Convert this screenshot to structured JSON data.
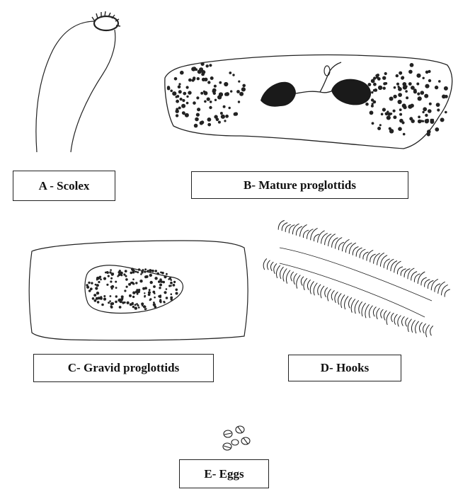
{
  "figure": {
    "labels": {
      "a": "A - Scolex",
      "b": "B- Mature proglottids",
      "c": "C- Gravid proglottids",
      "d": "D- Hooks",
      "e": "E- Eggs"
    }
  },
  "colors": {
    "ink": "#111111",
    "background": "#ffffff"
  }
}
